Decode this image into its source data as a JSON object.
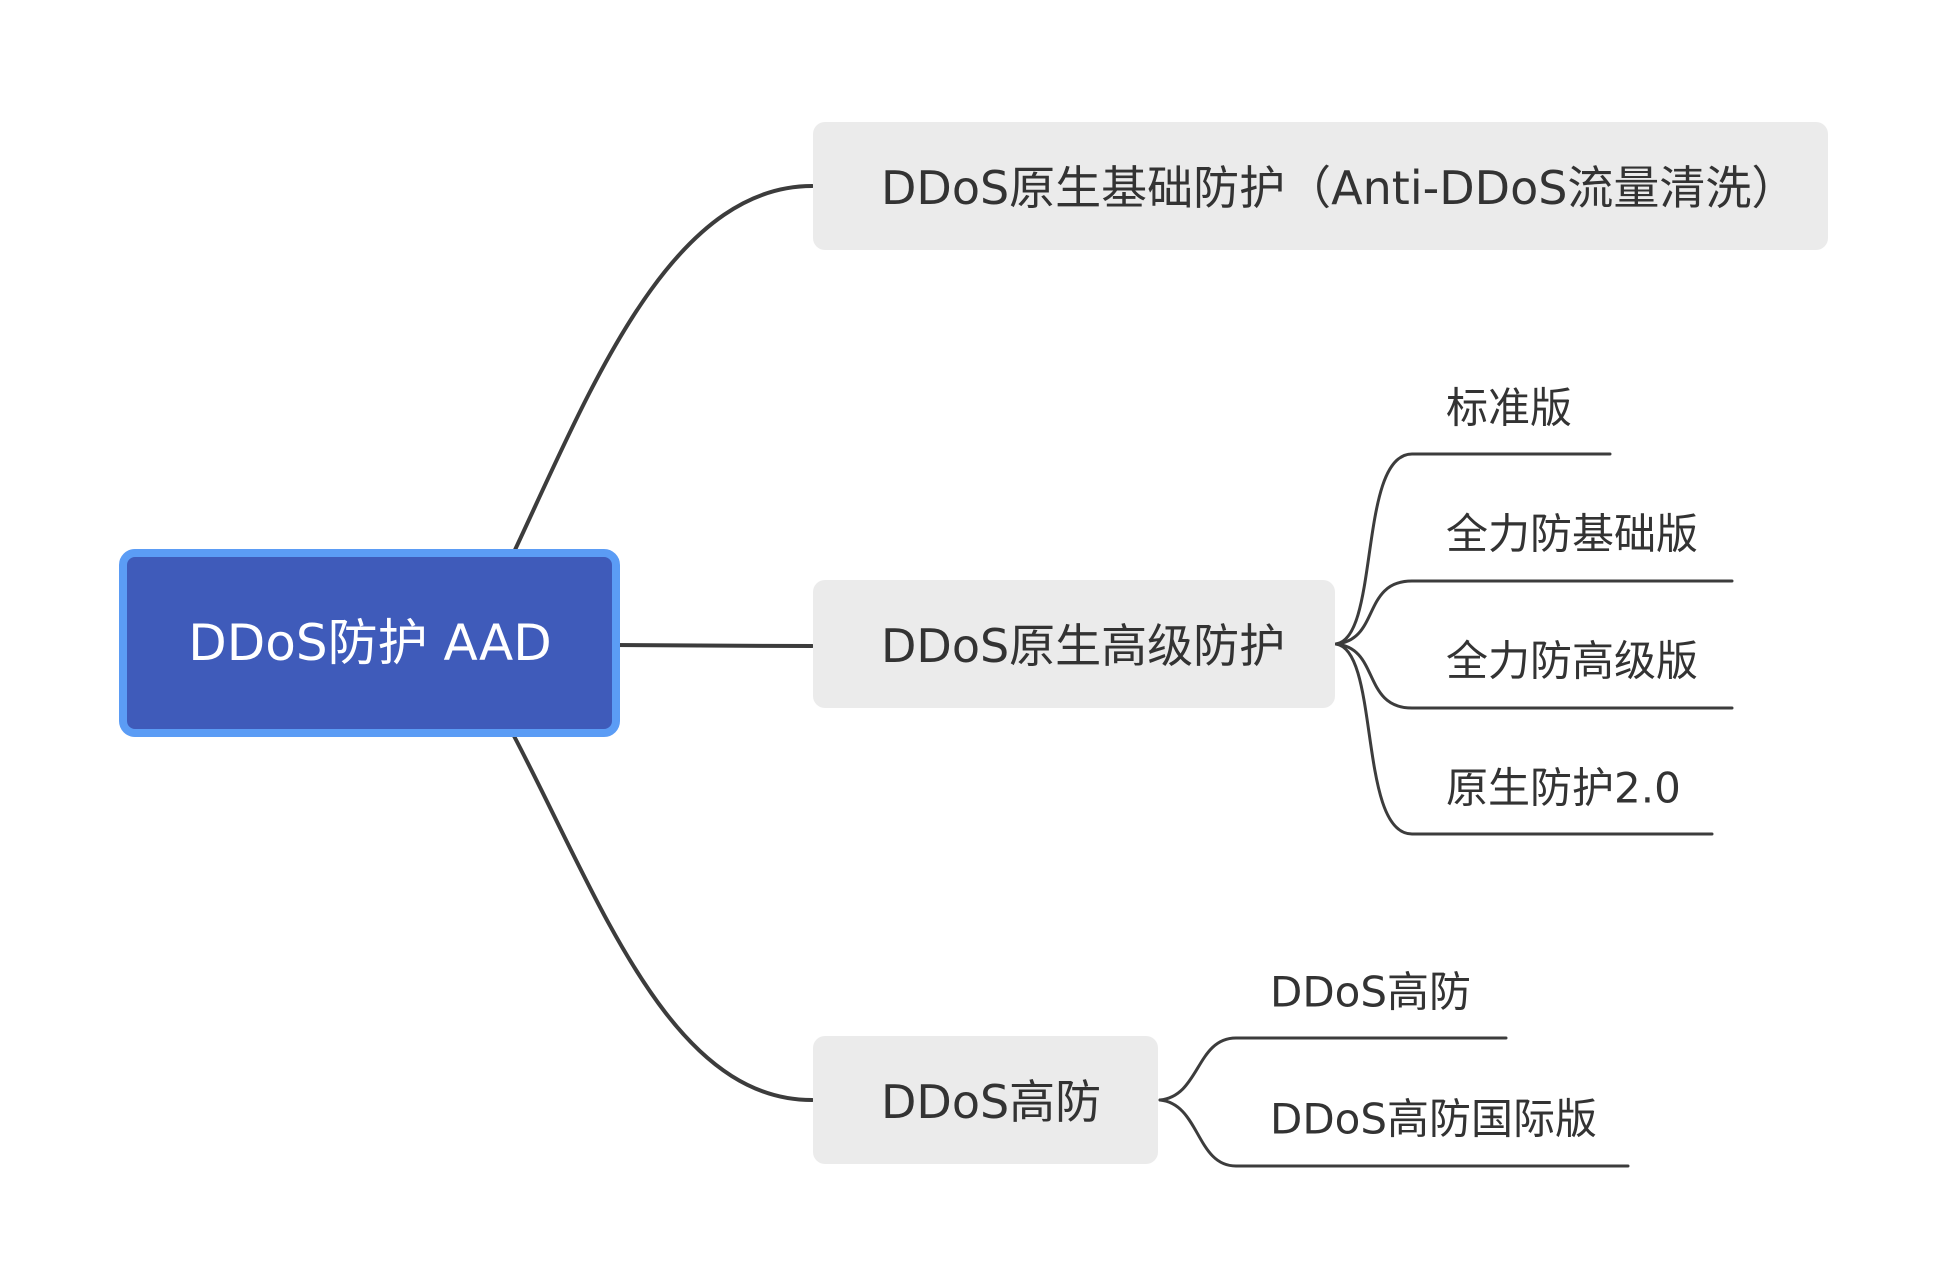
{
  "mindmap": {
    "root": {
      "label": "DDoS防护 AAD"
    },
    "branches": [
      {
        "label": "DDoS原生基础防护（Anti-DDoS流量清洗）",
        "children": []
      },
      {
        "label": "DDoS原生高级防护",
        "children": [
          {
            "label": "标准版"
          },
          {
            "label": "全力防基础版"
          },
          {
            "label": "全力防高级版"
          },
          {
            "label": "原生防护2.0"
          }
        ]
      },
      {
        "label": "DDoS高防",
        "children": [
          {
            "label": "DDoS高防"
          },
          {
            "label": "DDoS高防国际版"
          }
        ]
      }
    ]
  },
  "colors": {
    "root_fill": "#3F5BBA",
    "root_border": "#5B9CF5",
    "root_text": "#FFFFFF",
    "branch_fill": "#EBEBEB",
    "text": "#333333",
    "connector": "#3C3C3C"
  }
}
